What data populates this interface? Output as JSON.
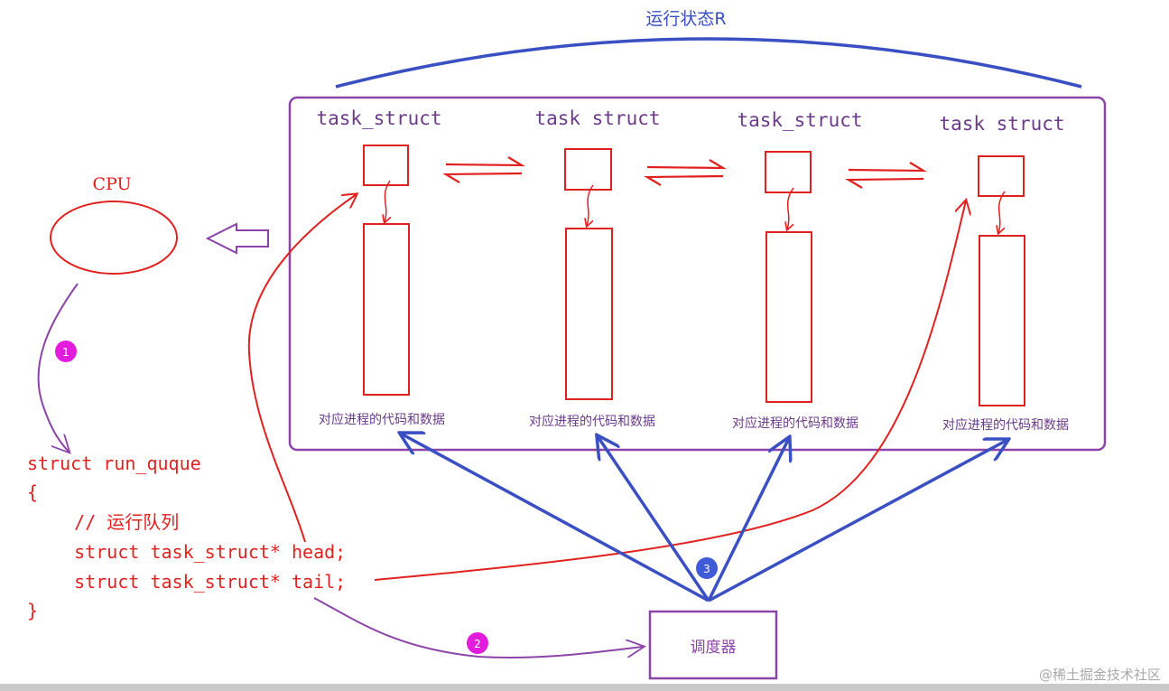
{
  "title": "运行状态R",
  "cpu_label": "CPU",
  "task_label": "task_struct",
  "tasks": [
    {
      "label": "task_struct",
      "caption": "对应进程的代码和数据"
    },
    {
      "label": "task struct",
      "caption": "对应进程的代码和数据"
    },
    {
      "label": "task_struct",
      "caption": "对应进程的代码和数据"
    },
    {
      "label": "task struct",
      "caption": "对应进程的代码和数据"
    }
  ],
  "code_lines": [
    "struct run_quque",
    "{",
    "    // 运行队列",
    "    struct task_struct* head;",
    "    struct task_struct* tail;",
    "}"
  ],
  "scheduler_label": "调度器",
  "badges": [
    "1",
    "2",
    "3"
  ],
  "watermark": "@稀土掘金技术社区",
  "colors": {
    "red": "#e0211f",
    "blue": "#3a4fc2",
    "purple": "#8b45a8",
    "magenta": "#e21cdc",
    "badge_blue": "#3f5bd6"
  }
}
